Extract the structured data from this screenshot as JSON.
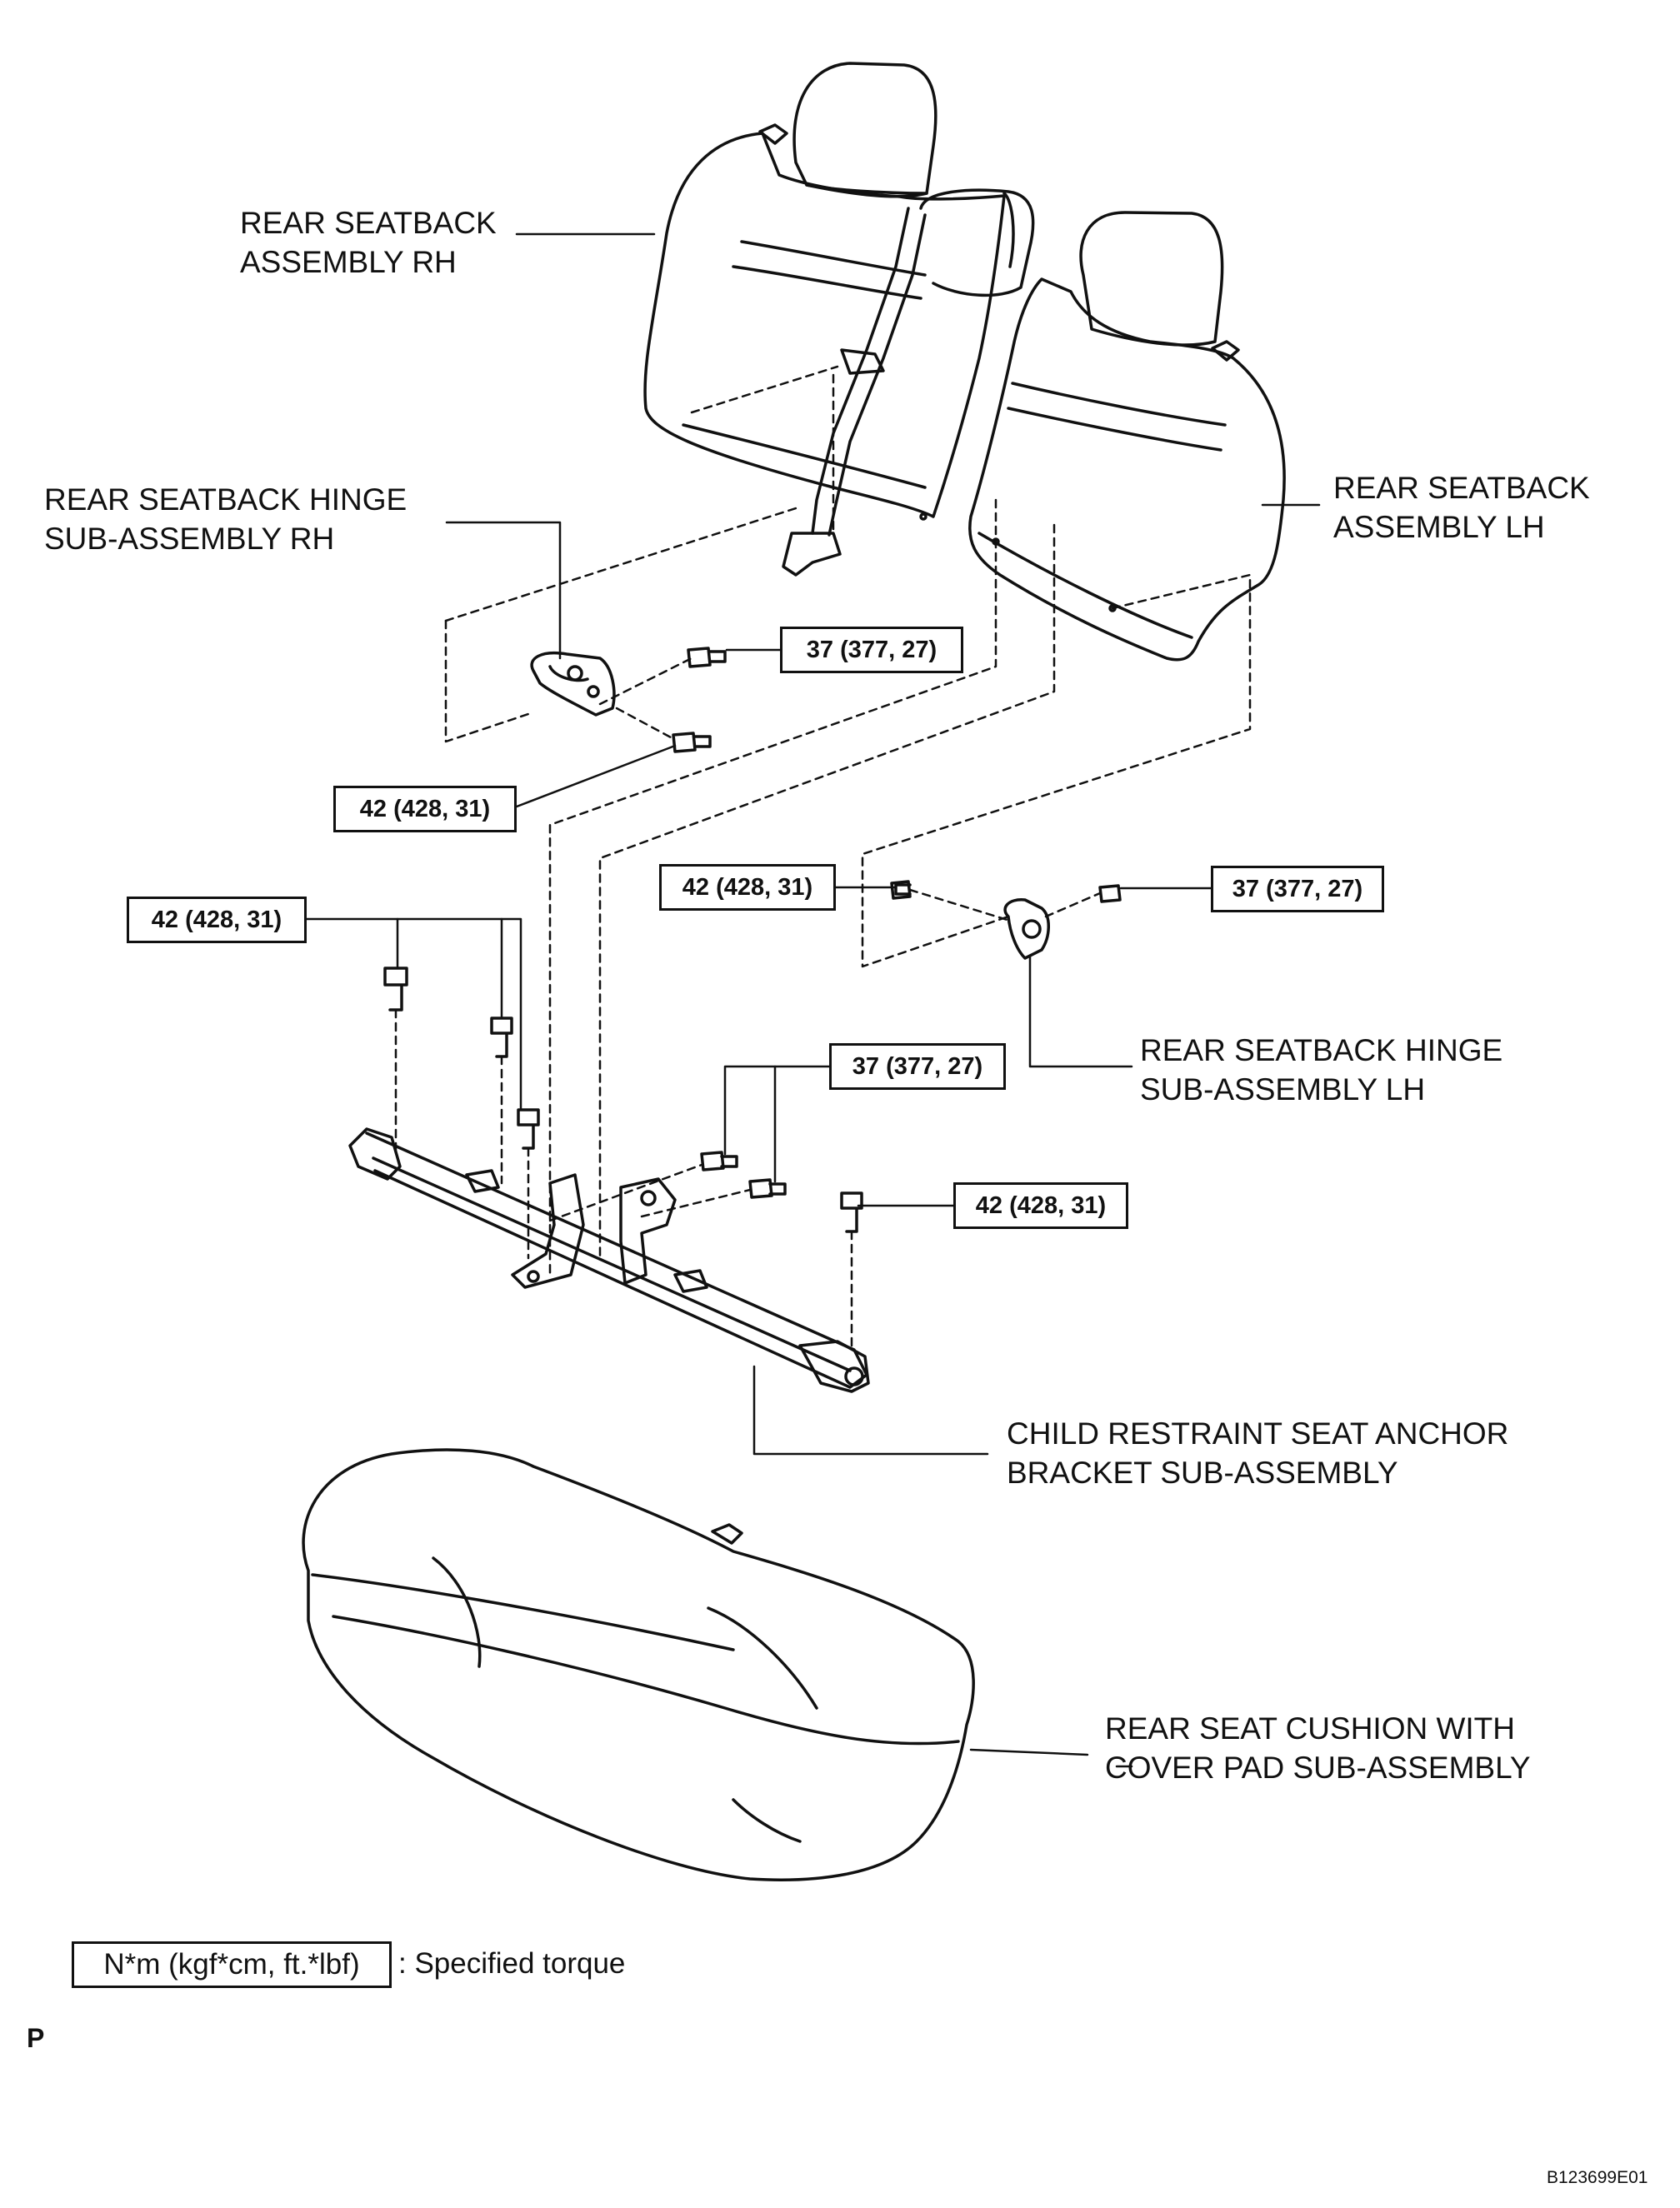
{
  "labels": {
    "seatback_rh": [
      "REAR SEATBACK",
      "ASSEMBLY RH"
    ],
    "seatback_lh": [
      "REAR SEATBACK",
      "ASSEMBLY LH"
    ],
    "hinge_rh": [
      "REAR SEATBACK HINGE",
      "SUB-ASSEMBLY RH"
    ],
    "hinge_lh": [
      "REAR SEATBACK HINGE",
      "SUB-ASSEMBLY LH"
    ],
    "anchor_bracket": [
      "CHILD RESTRAINT SEAT ANCHOR",
      "BRACKET SUB-ASSEMBLY"
    ],
    "cushion": [
      "REAR SEAT CUSHION WITH",
      "COVER PAD SUB-ASSEMBLY"
    ]
  },
  "torques": {
    "t1": "37 (377, 27)",
    "t2": "42 (428, 31)",
    "t3": "42 (428, 31)",
    "t4": "37 (377, 27)",
    "t5": "42 (428, 31)",
    "t6": "37 (377, 27)",
    "t7": "42 (428, 31)"
  },
  "legend": {
    "unit": "N*m (kgf*cm, ft.*lbf)",
    "description": ": Specified torque"
  },
  "corner_mark": "P",
  "figure_id": "B123699E01"
}
